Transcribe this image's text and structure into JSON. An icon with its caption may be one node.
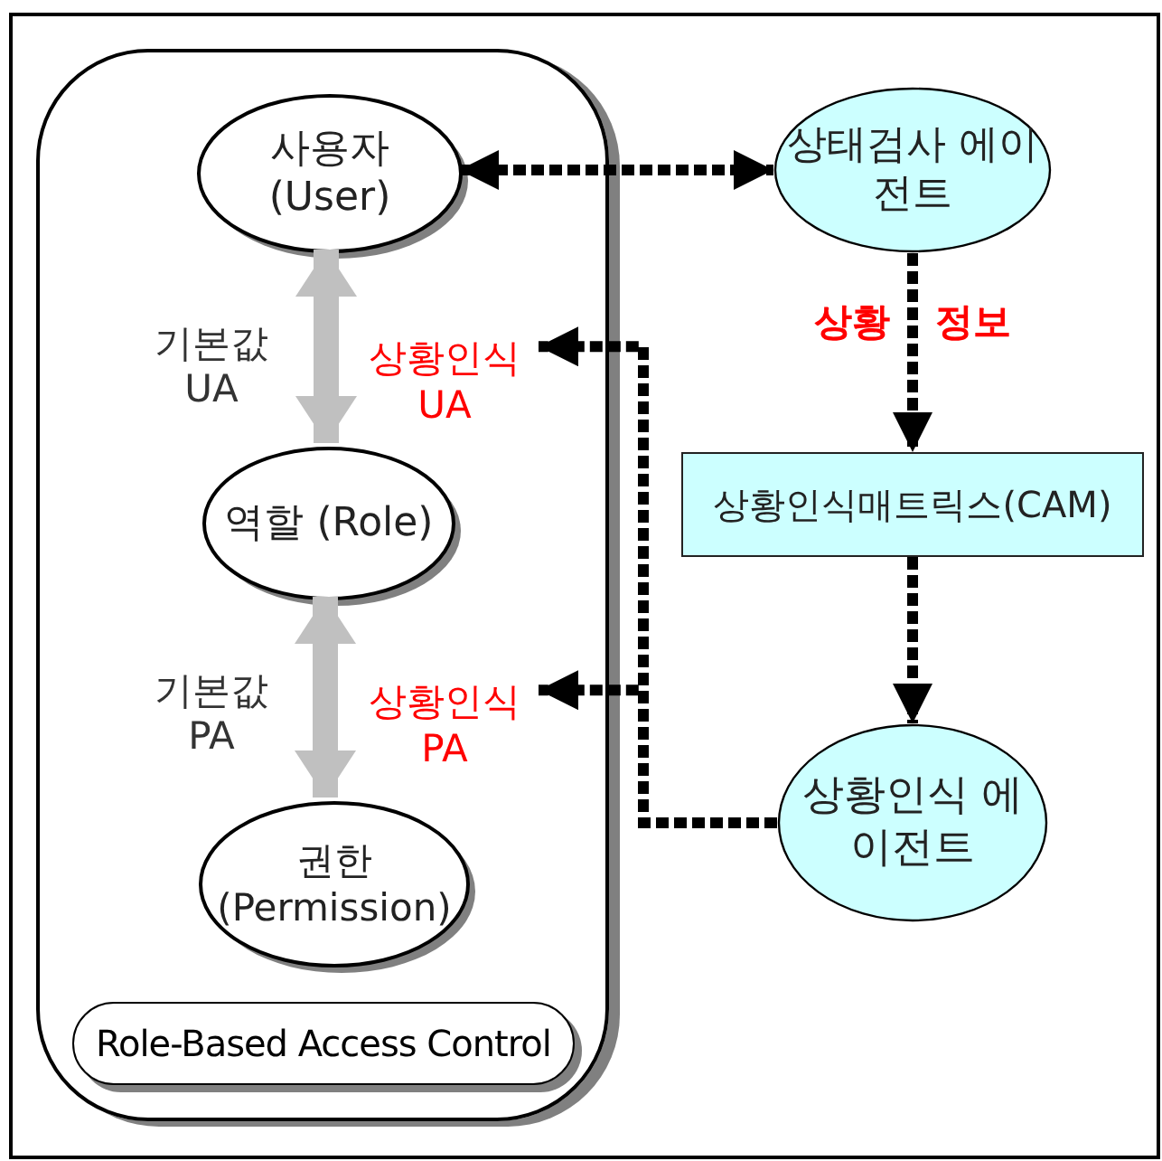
{
  "diagram": {
    "nodes": [
      {
        "text": [],
        "shape": "box"
      },
      {
        "text": [
          "사용자 (User)"
        ],
        "in": 0
      },
      {
        "text": [
          "역할 (Role)"
        ],
        "in": 0
      },
      {
        "text": [
          "권한 (Permission)"
        ],
        "in": 0
      },
      {
        "text": [
          "Role-Based Access Control"
        ],
        "in": 0
      },
      {
        "text": [
          "상황인식 UA"
        ],
        "in": 0
      },
      {
        "text": [
          "상황인식 PA"
        ],
        "in": 0
      },
      {
        "text": [
          "상태검사 에이전트"
        ]
      },
      {
        "text": [
          "상황인식매트릭스(CAM)"
        ]
      },
      {
        "text": [
          "상황인식 에이전트"
        ]
      }
    ],
    "edges": [
      {
        "from": 1,
        "to": 2,
        "arrow": "both",
        "label": "기본값 UA",
        "style": "thick",
        "color": "#c0c0c0"
      },
      {
        "from": 2,
        "to": 3,
        "arrow": "both",
        "label": "기본값 PA",
        "style": "thick",
        "color": "#c0c0c0"
      },
      {
        "from": 1,
        "to": 7,
        "arrow": "both",
        "style": "dashed"
      },
      {
        "from": 7,
        "to": 8,
        "arrow": "to",
        "label": "상황 정보",
        "style": "dashed"
      },
      {
        "from": 8,
        "to": 9,
        "arrow": "to",
        "style": "dashed"
      },
      {
        "from": 9,
        "to": 5,
        "arrow": "to",
        "style": "dashed"
      },
      {
        "from": 9,
        "to": 6,
        "arrow": "to",
        "style": "dashed"
      }
    ]
  }
}
